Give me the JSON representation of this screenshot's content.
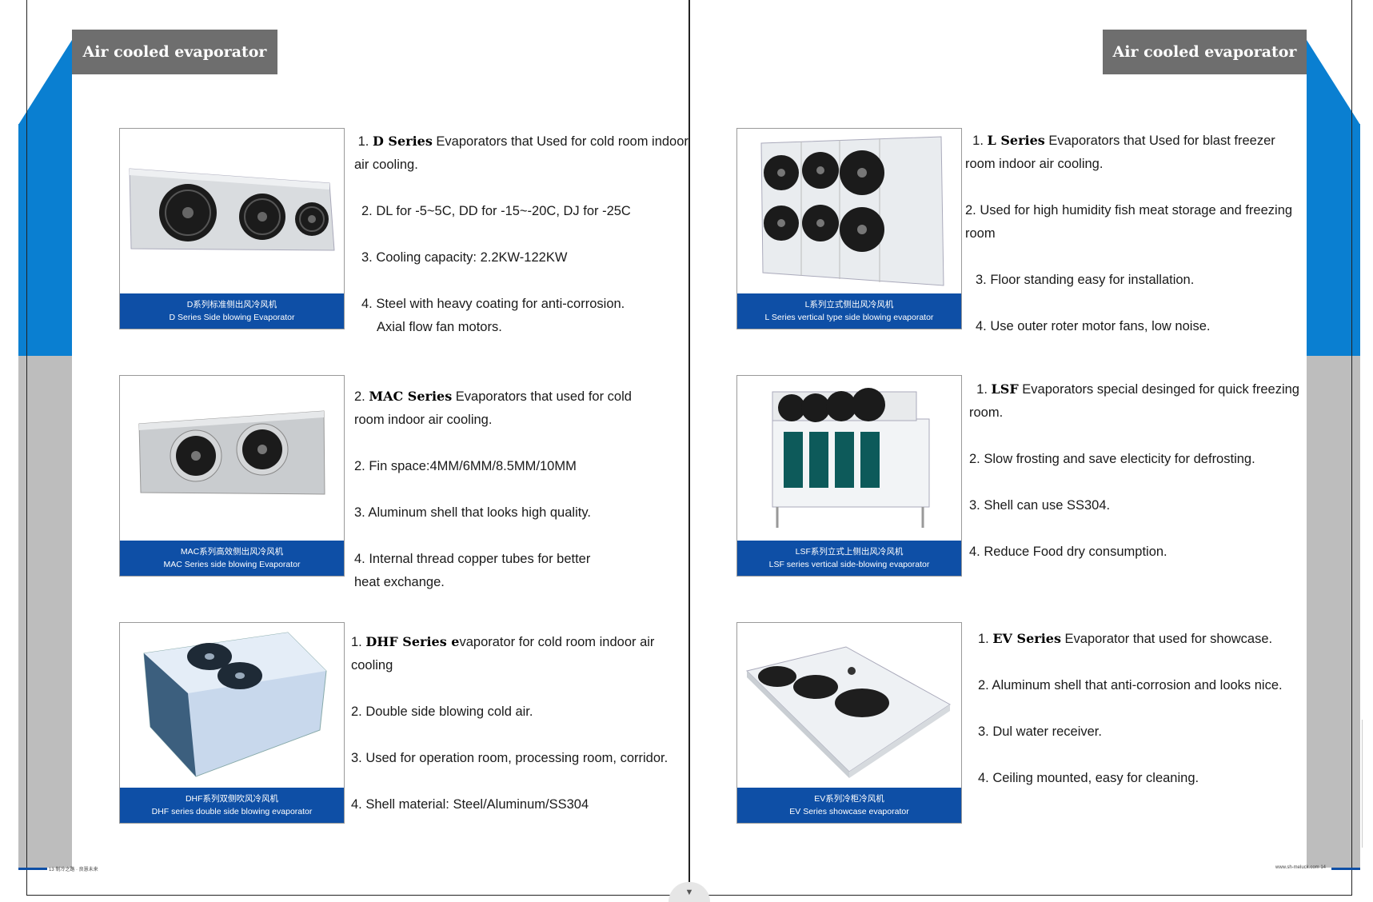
{
  "left_page": {
    "title": "Air cooled evaporator",
    "footer": "13 制冷之路 · 良慧未来",
    "products": [
      {
        "caption_cn": "D系列标准侧出风冷风机",
        "caption_en": "D Series Side blowing Evaporator",
        "icon": "evaporator-3fan-icon",
        "points": [
          {
            "pre": "1. ",
            "bold": "D Series",
            "post": " Evaporators that Used for cold room indoor air cooling."
          },
          {
            "pre": "2. DL for -5~5C, DD for -15~-20C, DJ for -25C",
            "bold": "",
            "post": ""
          },
          {
            "pre": "3.  Cooling capacity: 2.2KW-122KW",
            "bold": "",
            "post": ""
          },
          {
            "pre": "4. Steel with heavy coating for anti-corrosion.",
            "bold": "",
            "post": "",
            "extra": "Axial flow fan motors."
          }
        ]
      },
      {
        "caption_cn": "MAC系列高效侧出风冷风机",
        "caption_en": "MAC Series side blowing Evaporator",
        "icon": "evaporator-2fan-icon",
        "points": [
          {
            "pre": "2. ",
            "bold": "MAC Series",
            "post": " Evaporators that used for cold room indoor air cooling."
          },
          {
            "pre": "2. Fin space:4MM/6MM/8.5MM/10MM",
            "bold": "",
            "post": ""
          },
          {
            "pre": "3. Aluminum shell that looks high quality.",
            "bold": "",
            "post": ""
          },
          {
            "pre": "4. Internal thread copper tubes for better heat exchange.",
            "bold": "",
            "post": ""
          }
        ]
      },
      {
        "caption_cn": "DHF系列双侧吹风冷风机",
        "caption_en": "DHF series double side blowing evaporator",
        "icon": "evaporator-double-side-icon",
        "points": [
          {
            "pre": "1. ",
            "bold": "DHF Series e",
            "post": "vaporator for cold room indoor air cooling"
          },
          {
            "pre": "2. Double side blowing cold air.",
            "bold": "",
            "post": ""
          },
          {
            "pre": "3. Used for operation room, processing room, corridor.",
            "bold": "",
            "post": ""
          },
          {
            "pre": "4. Shell material: Steel/Aluminum/SS304",
            "bold": "",
            "post": ""
          }
        ]
      }
    ]
  },
  "right_page": {
    "title": "Air cooled evaporator",
    "footer": "www.sh-meluck.com 14",
    "products": [
      {
        "caption_cn": "L系列立式侧出风冷风机",
        "caption_en": "L Series vertical type side blowing evaporator",
        "icon": "evaporator-vertical-6fan-icon",
        "points": [
          {
            "pre": "1. ",
            "bold": "L Series",
            "post": " Evaporators that Used for blast freezer room indoor air cooling."
          },
          {
            "pre": "2. Used for high humidity fish meat storage and freezing room",
            "bold": "",
            "post": ""
          },
          {
            "pre": "3.  Floor standing easy for installation.",
            "bold": "",
            "post": ""
          },
          {
            "pre": "4. Use outer roter motor fans, low noise.",
            "bold": "",
            "post": ""
          }
        ]
      },
      {
        "caption_cn": "LSF系列立式上侧出风冷风机",
        "caption_en": "LSF series vertical side-blowing evaporator",
        "icon": "evaporator-lsf-icon",
        "points": [
          {
            "pre": "1. ",
            "bold": "LSF",
            "post": " Evaporators special desinged for quick freezing room."
          },
          {
            "pre": "2. Slow frosting and save electicity for defrosting.",
            "bold": "",
            "post": ""
          },
          {
            "pre": "3. Shell can use SS304.",
            "bold": "",
            "post": ""
          },
          {
            "pre": "4. Reduce Food dry consumption.",
            "bold": "",
            "post": ""
          }
        ]
      },
      {
        "caption_cn": "EV系列冷柜冷风机",
        "caption_en": "EV Series showcase evaporator",
        "icon": "evaporator-showcase-icon",
        "points": [
          {
            "pre": "1. ",
            "bold": "EV Series",
            "post": " Evaporator that used for showcase."
          },
          {
            "pre": "2. Aluminum shell that anti-corrosion and looks nice.",
            "bold": "",
            "post": ""
          },
          {
            "pre": "3. Dul water receiver.",
            "bold": "",
            "post": ""
          },
          {
            "pre": "4. Ceiling mounted, easy for cleaning.",
            "bold": "",
            "post": ""
          }
        ]
      }
    ]
  },
  "colors": {
    "accent_blue": "#0a7fd1",
    "caption_blue": "#0e4fa6",
    "title_gray": "#6e6e6e",
    "band_gray": "#bdbdbd"
  },
  "controls": {
    "scroll_icon": "chevron-down-icon"
  }
}
